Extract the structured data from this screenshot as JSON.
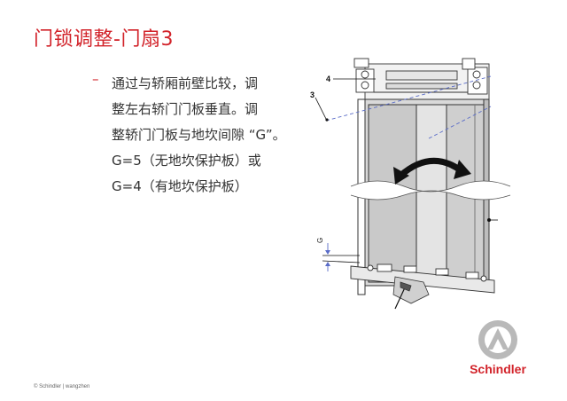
{
  "slide": {
    "title": "门锁调整-门扇3",
    "bullet_marker": "–",
    "bullet_lines": [
      "通过与轿厢前壁比较，调",
      "整左右轿门门板垂直。调",
      "整轿门门板与地坎间隙 “G”。",
      "G=5（无地坎保护板）或",
      "G=4（有地坎保护板）"
    ],
    "footer": "© Schindler | wangzhen"
  },
  "diagram": {
    "callout_4": "4",
    "callout_3": "3",
    "gap_label": "G"
  },
  "logo": {
    "brand_name": "Schindler",
    "brand_color": "#d2232a"
  }
}
